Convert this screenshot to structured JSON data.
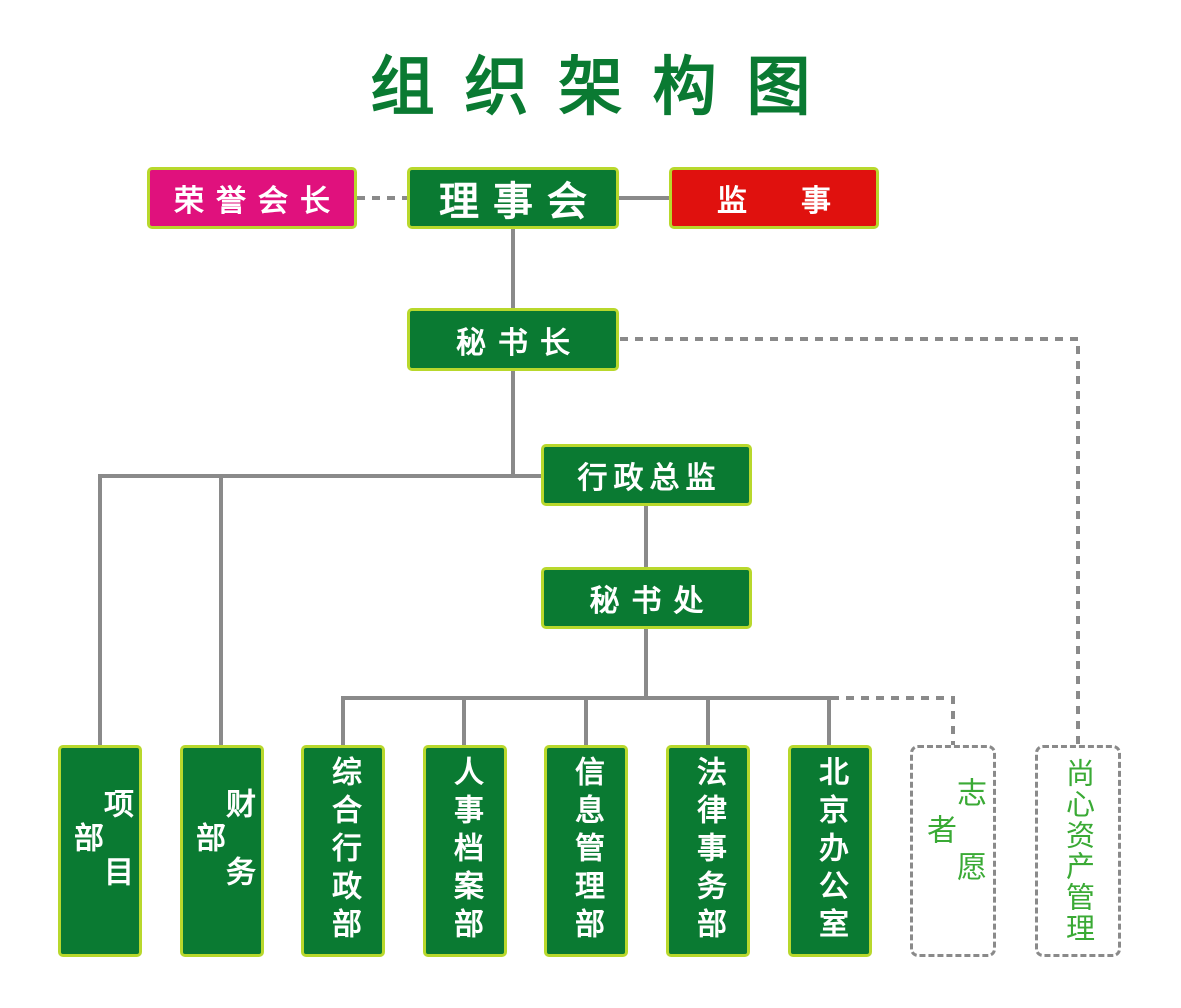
{
  "title": "组织架构图",
  "colors": {
    "green": "#0a7a32",
    "border": "#b8d82c",
    "pink": "#e0117d",
    "red": "#e0110e",
    "line": "#8a8a8a",
    "text_light_green": "#3aaa35"
  },
  "top": {
    "honorary": "荣誉会长",
    "council": "理事会",
    "supervisor": "监　事"
  },
  "secretary_general": "秘书长",
  "executive_director": "行政总监",
  "secretariat": "秘书处",
  "departments_left": [
    "项目部",
    "财务部"
  ],
  "departments_secretariat": [
    "综合行政部",
    "人事档案部",
    "信息管理部",
    "法律事务部",
    "北京办公室"
  ],
  "dashed_units": [
    "志愿者",
    "尚心资产管理"
  ]
}
